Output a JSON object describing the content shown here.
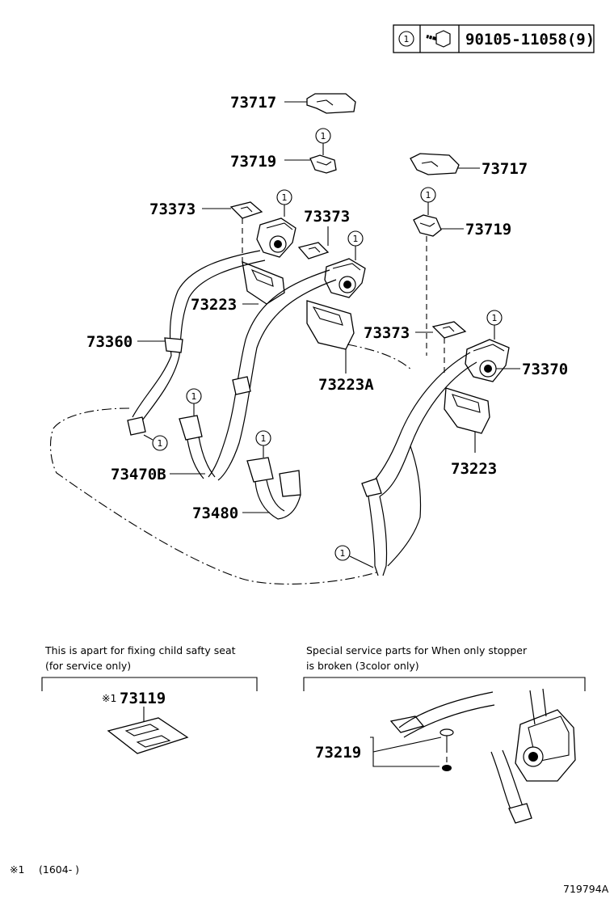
{
  "legend": {
    "ref_number": "1",
    "part_number": "90105-11058(9)",
    "icon": "bolt-icon"
  },
  "parts": {
    "p73717_left": "73717",
    "p73719_left": "73719",
    "p73717_right": "73717",
    "p73719_right": "73719",
    "p73373_a": "73373",
    "p73373_b": "73373",
    "p73373_c": "73373",
    "p73223_left": "73223",
    "p73223_right": "73223",
    "p73223A": "73223A",
    "p73360": "73360",
    "p73370": "73370",
    "p73470B": "73470B",
    "p73480": "73480"
  },
  "callout": "1",
  "child_seat_box": {
    "note_line1": "This is apart for fixing child safty seat",
    "note_line2": "(for service only)",
    "mark": "※1",
    "part": "73119"
  },
  "stopper_box": {
    "note_line1": "Special service parts for When only stopper",
    "note_line2": "is broken (3color only)",
    "part": "73219"
  },
  "footnote": {
    "mark": "※1",
    "text": "(1604-      )"
  },
  "diagram_id": "719794A"
}
